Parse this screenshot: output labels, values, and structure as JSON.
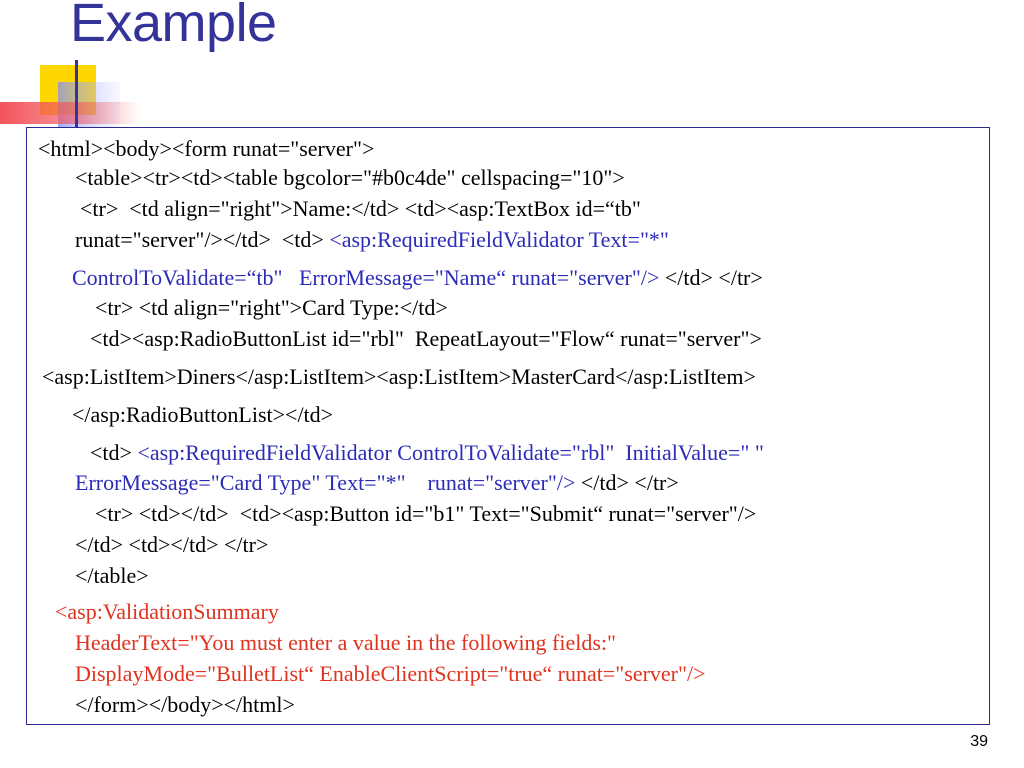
{
  "slide": {
    "title": "Example",
    "page_number": "39"
  },
  "code": {
    "line1": "<html><body><form runat=\"server\">",
    "line2": "<table><tr><td><table bgcolor=\"#b0c4de\" cellspacing=\"10\">",
    "line3": "<tr>  <td align=\"right\">Name:</td> <td><asp:TextBox id=“tb\"",
    "line4a": "runat=\"server\"/></td>  <td> ",
    "line4b": "<asp:RequiredFieldValidator Text=\"*\"",
    "line5a": "ControlToValidate=“tb\"   ErrorMessage=\"Name“ runat=\"server\"/>",
    "line5b": " </td> </tr>",
    "line6": "<tr> <td align=\"right\">Card Type:</td>",
    "line7": "<td><asp:RadioButtonList id=\"rbl\"  RepeatLayout=\"Flow“ runat=\"server\">",
    "line8": "<asp:ListItem>Diners</asp:ListItem><asp:ListItem>MasterCard</asp:ListItem>",
    "line9": "</asp:RadioButtonList></td>",
    "line10a": "<td> ",
    "line10b": "<asp:RequiredFieldValidator ControlToValidate=\"rbl\"  InitialValue=\" \"",
    "line11a": "ErrorMessage=\"Card Type\" Text=\"*\"    runat=\"server\"/>",
    "line11b": " </td> </tr>",
    "line12": "<tr> <td></td>  <td><asp:Button id=\"b1\" Text=\"Submit“ runat=\"server\"/>",
    "line13": "</td> <td></td> </tr>",
    "line14": "</table>",
    "line15": "<asp:ValidationSummary",
    "line16": "HeaderText=\"You must enter a value in the following fields:\"",
    "line17": "DisplayMode=\"BulletList“ EnableClientScript=\"true“ runat=\"server\"/>",
    "line18": "</form></body></html>"
  },
  "colors": {
    "title": "#333399",
    "validator": "#2b2bb8",
    "summary": "#e0321e",
    "box_border": "#2b2b8f"
  }
}
